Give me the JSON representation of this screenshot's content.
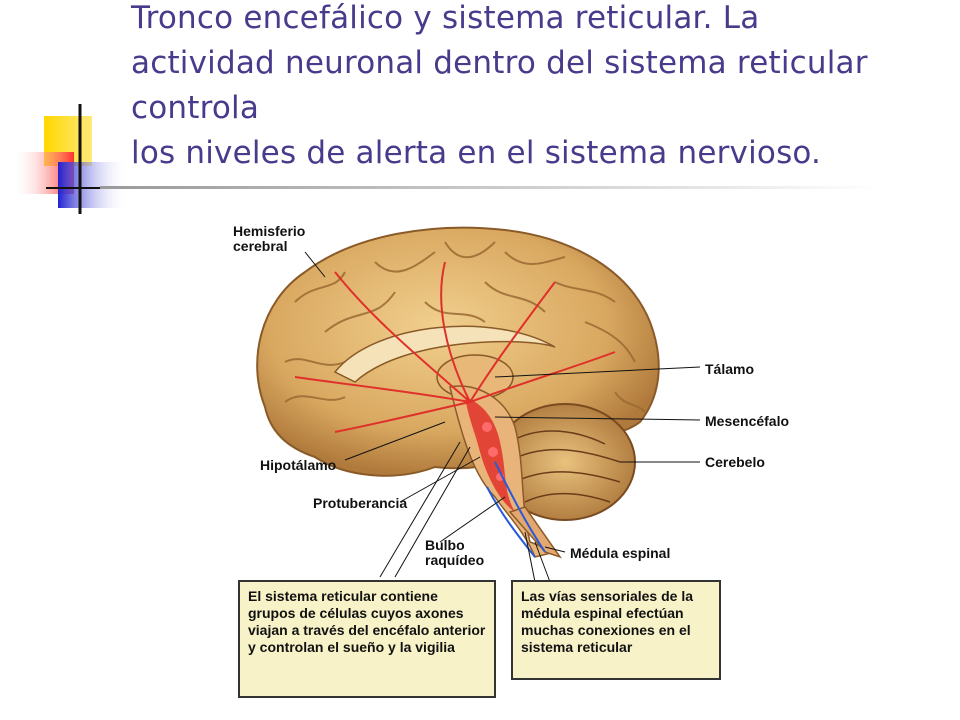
{
  "slide": {
    "title_lines": [
      "Tronco encefálico y sistema reticular. La",
      "actividad neuronal dentro del sistema reticular",
      "controla",
      "los niveles de alerta en el sistema nervioso."
    ]
  },
  "diagram": {
    "labels": {
      "hemisferio": [
        "Hemisferio",
        "cerebral"
      ],
      "talamo": "Tálamo",
      "mesencefalo": "Mesencéfalo",
      "cerebelo": "Cerebelo",
      "hipotalamo": "Hipotálamo",
      "protuberancia": "Protuberancia",
      "bulbo": [
        "Bulbo",
        "raquídeo"
      ],
      "medula": "Médula espinal"
    },
    "box_left": {
      "prefix": "El ",
      "emph": "sistema reticular",
      "rest": " contiene grupos de células cuyos axones viajan a través del encéfalo anterior y controlan el sueño y la vigilia"
    },
    "box_right": {
      "text": "Las vías sensoriales de la médula espinal efectúan muchas conexiones en el sistema reticular"
    },
    "colors": {
      "brain": "#d9a860",
      "pathway_red": "#e0302a",
      "pathway_blue": "#2a5ad8",
      "box_fill": "#f8f2c8",
      "title": "#4a3a8c"
    }
  }
}
